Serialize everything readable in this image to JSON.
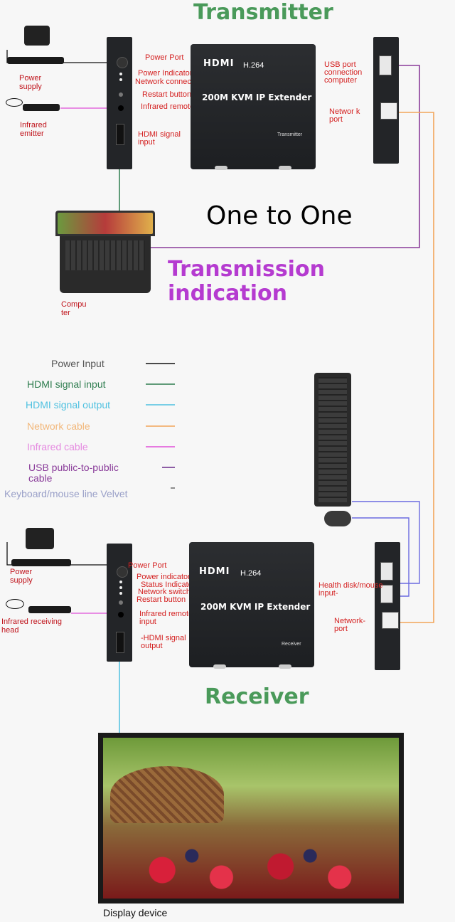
{
  "titles": {
    "transmitter": "Transmitter",
    "one_to_one": "One to One",
    "transmission": "Transmission indication",
    "receiver": "Receiver"
  },
  "transmitter": {
    "brand": "HDMI",
    "codec": "H.264",
    "model": "200M KVM IP Extender",
    "sub": "Transmitter",
    "left_labels": {
      "power_port": "Power Port",
      "power_indicator": "Power Indicator light",
      "network_connection": "Network connection indicator light",
      "restart": "Restart button",
      "infrared_remote": "Infrared remote control output",
      "hdmi_input": "HDMI signal input"
    },
    "right_labels": {
      "usb_port": "USB port connection computer",
      "network_port": "Networ k port"
    }
  },
  "receiver": {
    "brand": "HDMI",
    "codec": "H.264",
    "model": "200M KVM IP Extender",
    "sub": "Receiver",
    "left_labels": {
      "power_port": "Power Port",
      "power_indicator": "Power indicator light",
      "status": "Status Indicator",
      "network_switch": "Network switch indicator",
      "restart": "Restart button",
      "infrared_remote": "Infrared remote control input",
      "hdmi_output": "-HDMI signal output"
    },
    "right_labels": {
      "health_disk": "Health disk/mouse input-",
      "network_port": "Network- port"
    }
  },
  "accessories": {
    "power_supply_top": "Power supply",
    "infrared_emitter": "Infrared emitter",
    "computer": "Compu ter",
    "power_supply_bottom": "Power supply",
    "infrared_receiving": "Infrared receiving head",
    "display_device": "Display device"
  },
  "legend": [
    {
      "label": "Power Input",
      "color": "#555555",
      "line_color": "#111111"
    },
    {
      "label": "HDMI signal input",
      "color": "#2e7d4f",
      "line_color": "#2e7d4f"
    },
    {
      "label": "HDMI signal output",
      "color": "#4fc1e0",
      "line_color": "#4fc1e0"
    },
    {
      "label": "Network cable",
      "color": "#f2b77a",
      "line_color": "#f2a55a"
    },
    {
      "label": "Infrared cable",
      "color": "#e58ae0",
      "line_color": "#e050d8"
    },
    {
      "label": "USB public-to-public cable",
      "color": "#8a3c9a",
      "line_color": "#6a2a8a"
    },
    {
      "label": "Keyboard/mouse line Velvet",
      "color": "#9aa0c8",
      "line_color": "#9aa0c8"
    }
  ],
  "colors": {
    "transmitter_title": "#4a9a5a",
    "transmission_title": "#b53bd0",
    "receiver_title": "#4a9a5a"
  }
}
